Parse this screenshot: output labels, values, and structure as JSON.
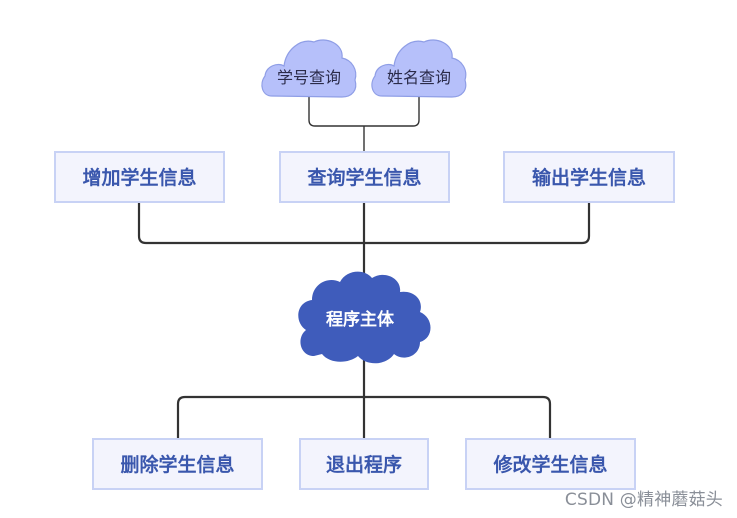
{
  "diagram": {
    "top_clouds": [
      {
        "label": "学号查询"
      },
      {
        "label": "姓名查询"
      }
    ],
    "upper_boxes": [
      {
        "label": "增加学生信息"
      },
      {
        "label": "查询学生信息"
      },
      {
        "label": "输出学生信息"
      }
    ],
    "center_cloud": {
      "label": "程序主体"
    },
    "lower_boxes": [
      {
        "label": "删除学生信息"
      },
      {
        "label": "退出程序"
      },
      {
        "label": "修改学生信息"
      }
    ]
  },
  "watermark": {
    "text": "CSDN @精神蘑菇头"
  },
  "colors": {
    "box_fill": "#f3f4fd",
    "box_border": "#c8d2f5",
    "box_text": "#3a57ad",
    "small_cloud_fill": "#b6c0fa",
    "small_cloud_border": "#8f9ee6",
    "main_cloud_fill": "#3f5cbb",
    "connector": "#333333"
  }
}
